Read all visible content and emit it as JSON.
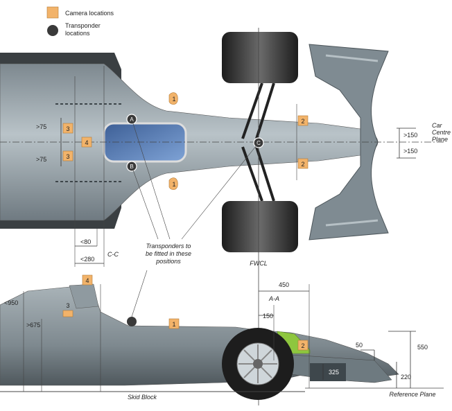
{
  "legend": {
    "camera": "Camera locations",
    "transponder_line1": "Transponder",
    "transponder_line2": "locations"
  },
  "colors": {
    "camera": "#f2b36a",
    "transponder": "#3a3a3a",
    "body": "#9aa5ab",
    "cockpit": "#5a7fb8",
    "wing_end": "#8ec63f"
  },
  "top_view": {
    "dims": {
      "gt75_top": ">75",
      "gt75_bottom": ">75",
      "gt150_top": ">150",
      "gt150_bottom": ">150",
      "lt80": "<80",
      "lt280": "<280"
    },
    "section_label": "C-C",
    "car_centre_plane_l1": "Car",
    "car_centre_plane_l2": "Centre",
    "car_centre_plane_l3": "Plane",
    "fwcl": "FWCL",
    "transponder_note_l1": "Transponders to",
    "transponder_note_l2": "be fitted in these",
    "transponder_note_l3": "positions",
    "points": {
      "a": "A",
      "b": "B",
      "c": "C"
    }
  },
  "side_view": {
    "dims": {
      "lt950": "<950",
      "gt675": ">675",
      "d450": "450",
      "d150": "150",
      "d50": "50",
      "d550": "550",
      "d220": "220",
      "d325": "325"
    },
    "section_label": "A-A",
    "skid_block": "Skid Block",
    "reference_plane": "Reference Plane"
  },
  "camera_markers": {
    "m1_top": "1",
    "m1_bottom": "1",
    "m2_top": "2",
    "m2_bottom": "2",
    "m3_top": "3",
    "m3_bottom": "3",
    "m4_top": "4",
    "side_m4": "4",
    "side_m3": "3",
    "side_m1": "1",
    "side_m2": "2"
  }
}
